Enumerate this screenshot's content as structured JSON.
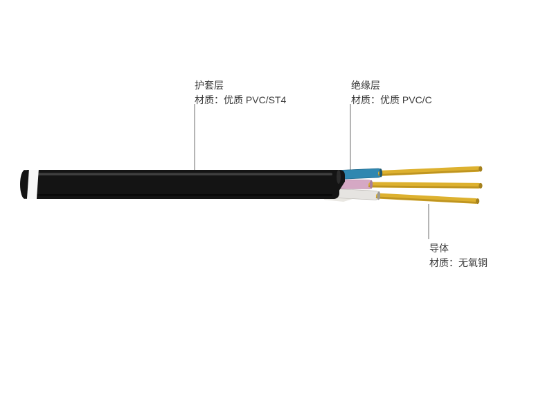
{
  "diagram_title": "cable-structure-diagram",
  "labels": {
    "sheath": {
      "title": "护套层",
      "material": "材质：优质 PVC/ST4"
    },
    "insulation": {
      "title": "绝缘层",
      "material": "材质：优质 PVC/C"
    },
    "conductor": {
      "title": "导体",
      "material": "材质：无氧铜"
    }
  },
  "colors": {
    "sheath_black": "#141414",
    "sheath_highlight": "#4a4a4a",
    "stripe_white": "#f7f7f7",
    "filler_white": "#e9e7e2",
    "insulation_blue": "#2f87b0",
    "insulation_pink": "#d5a8c4",
    "insulation_white": "#e6e4e1",
    "conductor_yellow": "#ddb12f",
    "conductor_yellow_dark": "#b98f1e",
    "leader_line": "#6b6b6b",
    "text": "#3a3a3a"
  }
}
